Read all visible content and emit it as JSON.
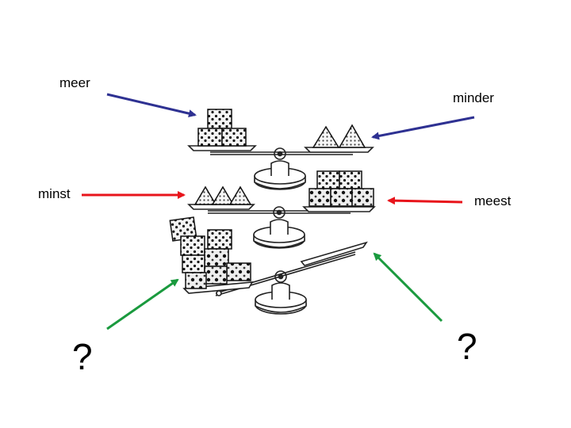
{
  "labels": {
    "meer": "meer",
    "minder": "minder",
    "minst": "minst",
    "meest": "meest",
    "question_left": "?",
    "question_right": "?"
  },
  "colors": {
    "arrow_blue": "#2e3192",
    "arrow_red": "#e8141b",
    "arrow_green": "#1a9a3e",
    "drawing": "#222222"
  },
  "icons": [
    "balance-scale-icon",
    "cube-icon",
    "triangle-icon"
  ]
}
